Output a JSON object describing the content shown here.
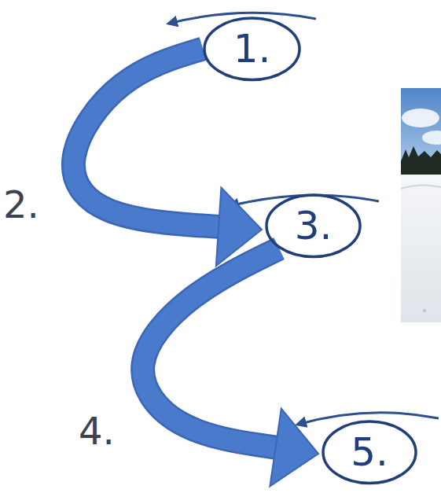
{
  "diagram": {
    "nodes": [
      {
        "text": [
          "1."
        ]
      },
      {
        "text": [
          "3."
        ]
      },
      {
        "text": [
          "5."
        ]
      }
    ],
    "edges": [
      {
        "from": 0,
        "to": 1,
        "arrow": "to",
        "label": "2."
      },
      {
        "from": 1,
        "to": 2,
        "arrow": "to",
        "label": "4."
      }
    ]
  }
}
